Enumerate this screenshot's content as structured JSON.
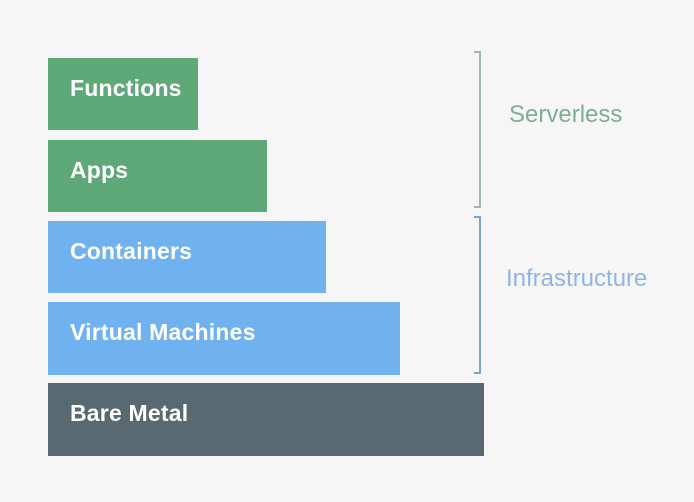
{
  "background": "#f6f6f7",
  "bar_text_color": "#ffffff",
  "layers": [
    {
      "label": "Functions",
      "color": "#5fa878",
      "category": "Serverless"
    },
    {
      "label": "Apps",
      "color": "#5fa878",
      "category": "Serverless"
    },
    {
      "label": "Containers",
      "color": "#70b1f0",
      "category": "Infrastructure"
    },
    {
      "label": "Virtual Machines",
      "color": "#70b1f0",
      "category": "Infrastructure"
    },
    {
      "label": "Bare Metal",
      "color": "#596972",
      "category": ""
    }
  ],
  "groups": [
    {
      "label": "Serverless",
      "label_color": "#7dae92",
      "bracket_color": "#9cbaa6",
      "layers_covered": [
        "Functions",
        "Apps"
      ]
    },
    {
      "label": "Infrastructure",
      "label_color": "#8fb5e3",
      "bracket_color": "#7fa3c4",
      "layers_covered": [
        "Containers",
        "Virtual Machines"
      ]
    }
  ]
}
